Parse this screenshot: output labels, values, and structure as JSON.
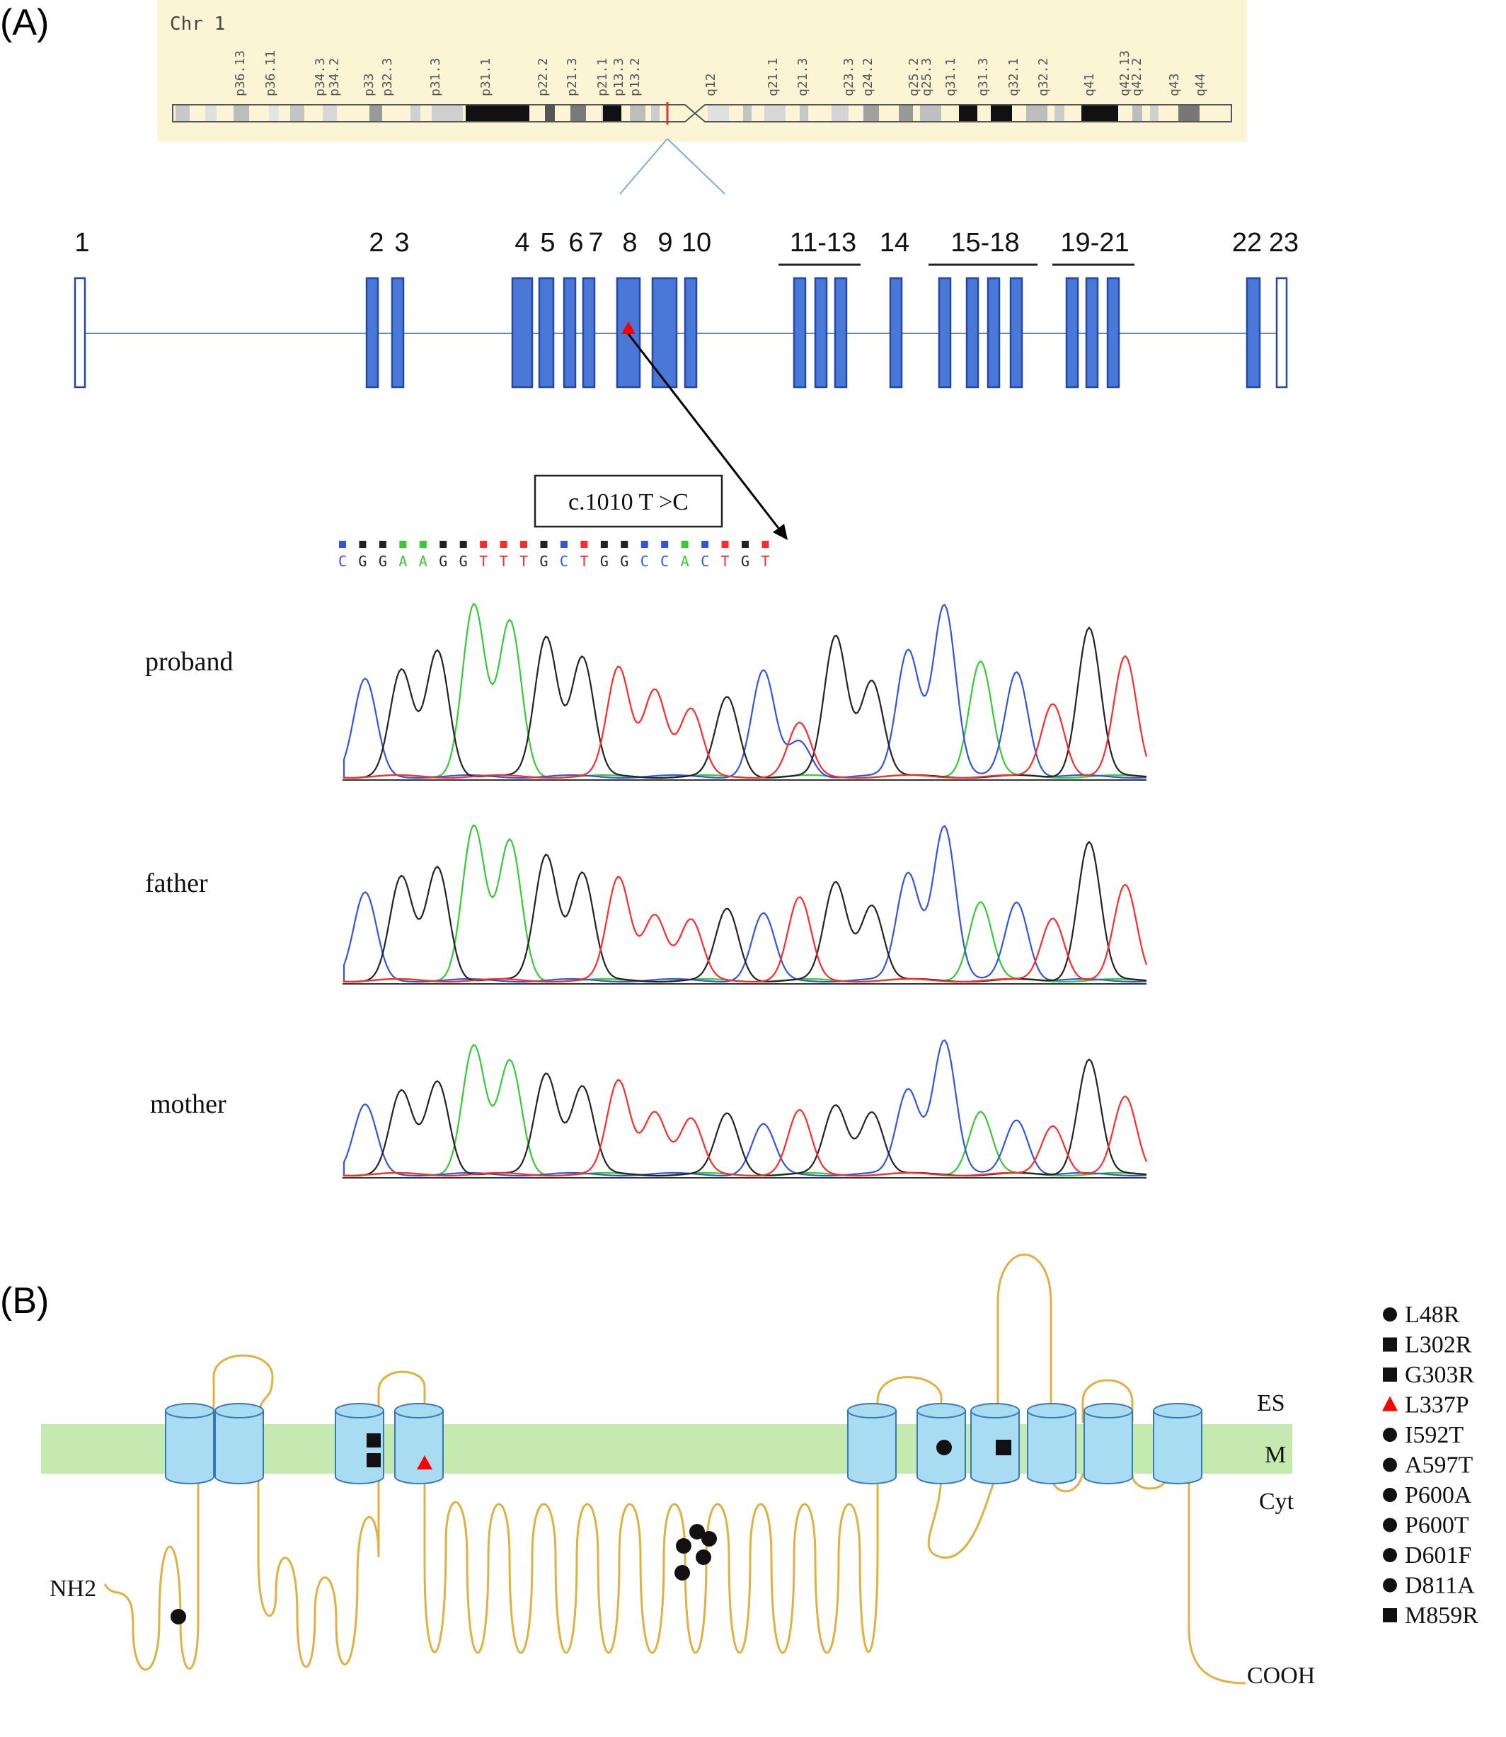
{
  "panels": {
    "a": "(A)",
    "b": "(B)"
  },
  "chromosome": {
    "label": "Chr 1",
    "bands_p": [
      "p36.13",
      "p36.11",
      "p34.3",
      "p34.2",
      "p33",
      "p32.3",
      "p31.3",
      "p31.1",
      "p22.2",
      "p21.3",
      "p21.1",
      "p13.3",
      "p13.2"
    ],
    "bands_q": [
      "q12",
      "q21.1",
      "q21.3",
      "q23.3",
      "q24.2",
      "q25.2",
      "q25.3",
      "q31.1",
      "q31.3",
      "q32.1",
      "q32.2",
      "q41",
      "q42.13",
      "q42.2",
      "q43",
      "q44"
    ]
  },
  "gene": {
    "exon_labels": [
      "1",
      "2",
      "3",
      "4",
      "5",
      "6",
      "7",
      "8",
      "9",
      "10",
      "11-13",
      "14",
      "15-18",
      "19-21",
      "22",
      "23"
    ],
    "colors": {
      "exon": "#4a78d8",
      "exon_edge": "#2347a8",
      "intron": "#5a86d8",
      "mutation": "#ff0000"
    }
  },
  "mutation_box": "c.1010 T >C",
  "sequence": [
    "C",
    "G",
    "G",
    "A",
    "A",
    "G",
    "G",
    "T",
    "T",
    "T",
    "G",
    "C",
    "T",
    "G",
    "G",
    "C",
    "C",
    "A",
    "C",
    "T",
    "G",
    "T"
  ],
  "base_colors": {
    "A": "#33cc33",
    "C": "#3355dd",
    "G": "#222222",
    "T": "#ff2a2a"
  },
  "traces": [
    {
      "label": "proband"
    },
    {
      "label": "father"
    },
    {
      "label": "mother"
    }
  ],
  "membrane": {
    "regions": [
      "ES",
      "M",
      "Cyt"
    ],
    "nterm": "NH2",
    "cterm": "COOH",
    "colors": {
      "membrane": "#c5eab0",
      "helix": "#a8dcf2",
      "helix_edge": "#3a78b8",
      "loop": "#e0b040"
    }
  },
  "legend": [
    {
      "symbol": "circle",
      "label": "L48R"
    },
    {
      "symbol": "square",
      "label": "L302R"
    },
    {
      "symbol": "square",
      "label": "G303R"
    },
    {
      "symbol": "triangle",
      "label": "L337P"
    },
    {
      "symbol": "circle",
      "label": "I592T"
    },
    {
      "symbol": "circle",
      "label": "A597T"
    },
    {
      "symbol": "circle",
      "label": "P600A"
    },
    {
      "symbol": "circle",
      "label": "P600T"
    },
    {
      "symbol": "circle",
      "label": "D601F"
    },
    {
      "symbol": "circle",
      "label": "D811A"
    },
    {
      "symbol": "square",
      "label": "M859R"
    }
  ]
}
